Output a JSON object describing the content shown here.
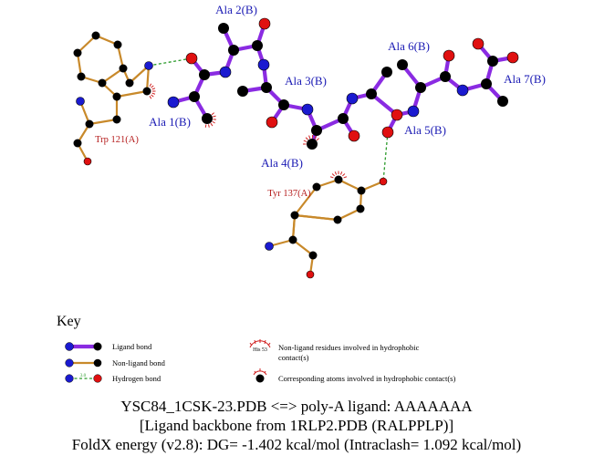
{
  "ligand_labels": [
    "Ala 1(B)",
    "Ala 2(B)",
    "Ala 3(B)",
    "Ala 4(B)",
    "Ala 5(B)",
    "Ala 6(B)",
    "Ala 7(B)"
  ],
  "residue_labels": [
    "Trp 121(A)",
    "Tyr 137(A)"
  ],
  "colors": {
    "ligand_bond": "#8a2be2",
    "nonligand_bond": "#c8892a",
    "hydrogen_bond": "#2a9a2a",
    "carbon": "#000000",
    "nitrogen": "#1a1ad0",
    "oxygen": "#e01010",
    "hydrophobic": "#d02020"
  },
  "key": {
    "title": "Key",
    "ligand_bond": "Ligand bond",
    "nonligand_bond": "Non-ligand bond",
    "hydrogen_bond": "Hydrogen bond",
    "hbond_distance": "3.0",
    "example_residue": "His 53",
    "nonligand_hydrophobic_line1": "Non-ligand residues involved in hydrophobic",
    "nonligand_hydrophobic_line2": "contact(s)",
    "atoms_hydrophobic": "Corresponding atoms involved in hydrophobic contact(s)"
  },
  "footer": {
    "line1": "YSC84_1CSK-23.PDB <=> poly-A ligand: AAAAAAA",
    "line2": "[Ligand backbone from 1RLP2.PDB (RALPPLP)]",
    "line3": "FoldX energy (v2.8): DG= -1.402 kcal/mol (Intraclash= 1.092 kcal/mol)"
  }
}
